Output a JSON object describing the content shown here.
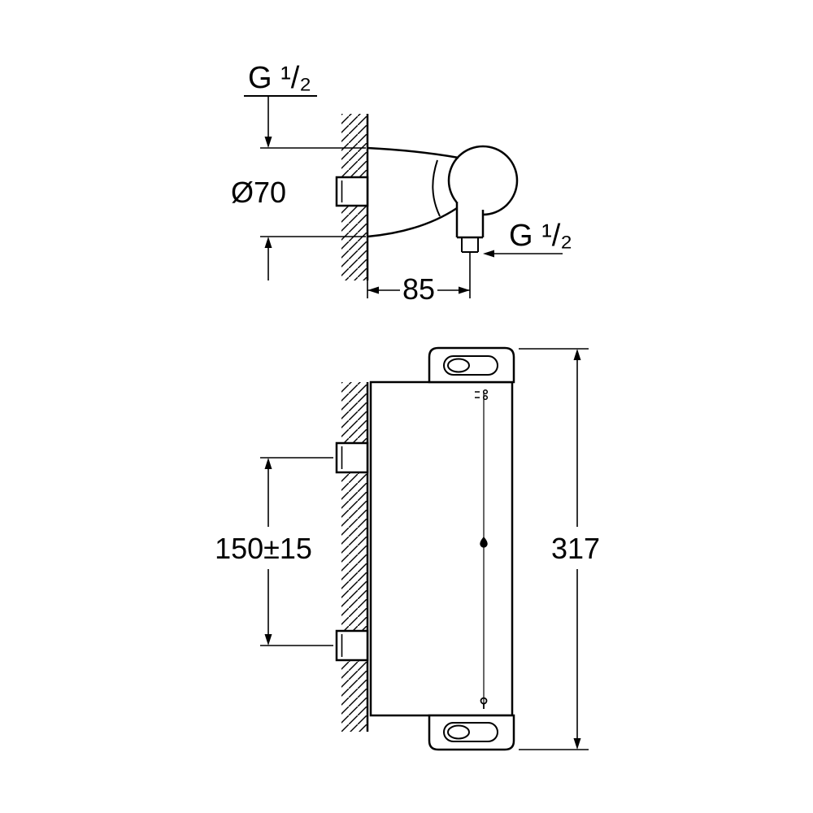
{
  "drawing": {
    "background": "#ffffff",
    "line_color": "#000000",
    "views": {
      "holder": {
        "title": "shower-holder-side-view",
        "labels": {
          "thread_top": "G ¹/₂",
          "diameter": "Ø70",
          "depth": "85",
          "thread_outlet": "G ¹/₂"
        }
      },
      "mixer": {
        "title": "thermostat-mixer-side-view",
        "labels": {
          "inlet_spacing": "150±15",
          "total_height": "317"
        }
      }
    }
  }
}
